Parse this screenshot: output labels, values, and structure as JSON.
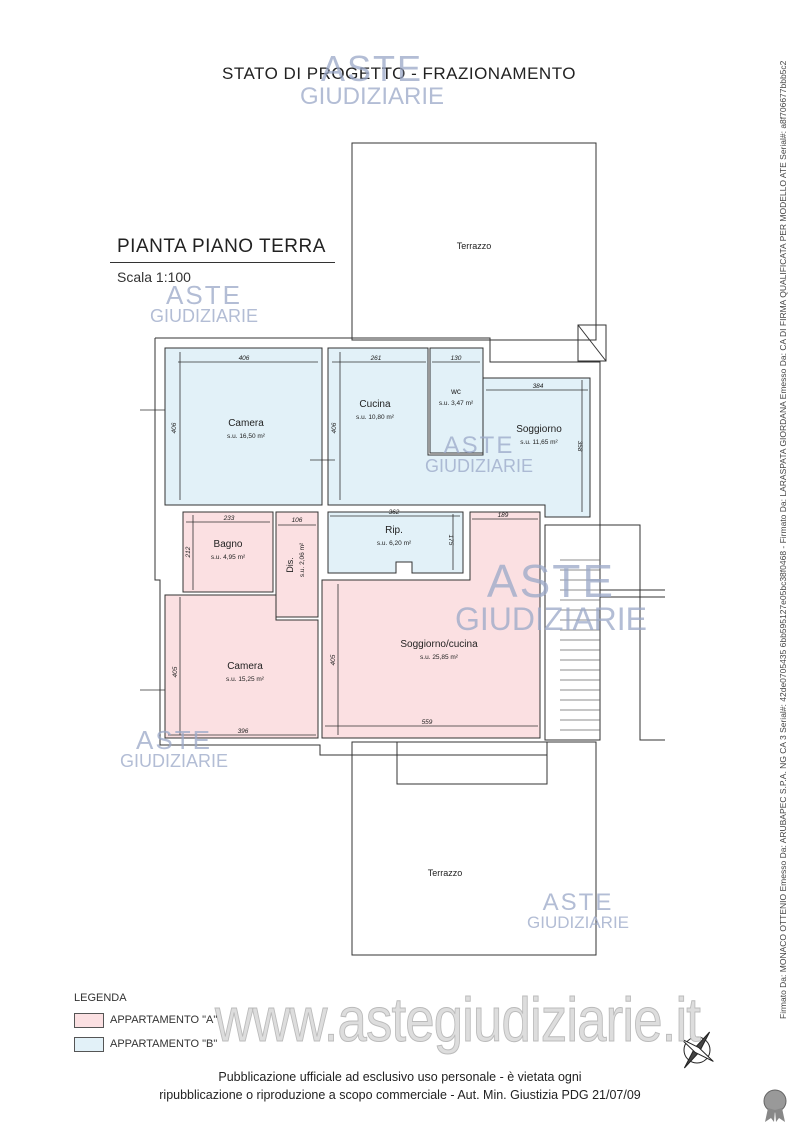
{
  "title": "STATO DI PROGETTO - FRAZIONAMENTO",
  "plan_title": "PIANTA PIANO TERRA",
  "scale": "Scala 1:100",
  "colors": {
    "apartment_a": "#fbe0e2",
    "apartment_b": "#e2f1f8"
  },
  "rooms": [
    {
      "name": "Camera",
      "area": "s.u. 16,50 m²",
      "apartment": "B",
      "dims": [
        "406",
        "406"
      ]
    },
    {
      "name": "Cucina",
      "area": "s.u. 10,80 m²",
      "apartment": "B",
      "dims": [
        "261",
        "406"
      ]
    },
    {
      "name": "wc",
      "area": "s.u. 3,47 m²",
      "apartment": "B",
      "dims": [
        "130"
      ]
    },
    {
      "name": "Soggiorno",
      "area": "s.u. 11,65 m²",
      "apartment": "B",
      "dims": [
        "384",
        "358"
      ]
    },
    {
      "name": "Rip.",
      "area": "s.u. 6,20 m²",
      "apartment": "B",
      "dims": [
        "362",
        "175"
      ]
    },
    {
      "name": "Bagno",
      "area": "s.u. 4,95 m²",
      "apartment": "A",
      "dims": [
        "233",
        "212"
      ]
    },
    {
      "name": "Dis.",
      "area": "s.u. 2,06 m²",
      "apartment": "A",
      "dims": [
        "106"
      ]
    },
    {
      "name": "Camera",
      "area": "s.u. 15,25 m²",
      "apartment": "A",
      "dims": [
        "396",
        "405"
      ]
    },
    {
      "name": "Soggiorno/cucina",
      "area": "s.u. 25,85 m²",
      "apartment": "A",
      "dims": [
        "559",
        "405",
        "189"
      ]
    }
  ],
  "terraces": [
    "Terrazzo",
    "Terrazzo"
  ],
  "legend": {
    "title": "LEGENDA",
    "items": [
      {
        "label": "APPARTAMENTO \"A\""
      },
      {
        "label": "APPARTAMENTO \"B\""
      }
    ]
  },
  "watermark": {
    "line1": "ASTE",
    "line2": "GIUDIZIARIE",
    "url": "www.astegiudiziarie.it"
  },
  "footer": {
    "line1": "Pubblicazione ufficiale ad esclusivo uso personale - è vietata ogni",
    "line2": "ripubblicazione o riproduzione a scopo commerciale - Aut. Min. Giustizia PDG 21/07/09"
  },
  "signature_text": "Firmato Da: MONACO OTTENIO Emesso Da: ARUBAPEC S.P.A. NG CA 3 Serial#: 42de0705435 6bb595127e05bc38f0468 - Firmato Da: LARASPATA GIORDANA Emesso Da: CA DI FIRMA QUALIFICATA PER MODELLO ATE Serial#: a8f706677bbb5c2"
}
